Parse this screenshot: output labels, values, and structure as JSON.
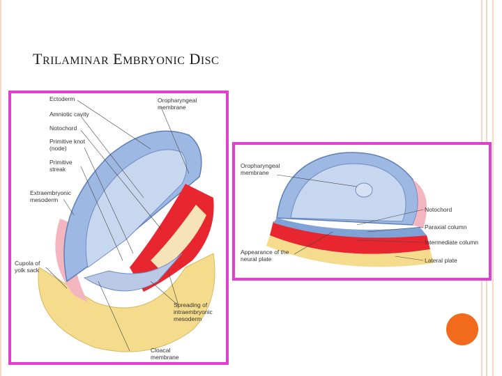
{
  "slide": {
    "title_first_1": "T",
    "title_rest_1": "RILAMINAR",
    "title_first_2": "E",
    "title_rest_2": "MBRYONIC",
    "title_first_3": "D",
    "title_rest_3": "ISC"
  },
  "left_figure": {
    "labels": {
      "ectoderm": "Ectoderm",
      "oropharyngeal_line1": "Oropharyngeal",
      "oropharyngeal_line2": "membrane",
      "amniotic_cavity": "Amniotic cavity",
      "notochord": "Notochord",
      "primitive_knot_line1": "Primitive knot",
      "primitive_knot_line2": "(node)",
      "primitive_streak_line1": "Primitive",
      "primitive_streak_line2": "streak",
      "extraembryonic_line1": "Extraembryonic",
      "extraembryonic_line2": "mesoderm",
      "cupola_line1": "Cupola of",
      "cupola_line2": "yolk sack",
      "spreading_line1": "Spreading of",
      "spreading_line2": "intraembryonic",
      "spreading_line3": "mesoderm",
      "cloacal_line1": "Cloacal",
      "cloacal_line2": "membrane"
    }
  },
  "right_figure": {
    "labels": {
      "oropharyngeal_line1": "Oropharyngeal",
      "oropharyngeal_line2": "membrane",
      "notochord": "Notochord",
      "paraxial_column": "Paraxial column",
      "intermediate_column": "Intermediate column",
      "lateral_plate": "Lateral plate",
      "neural_plate_line1": "Appearance of the",
      "neural_plate_line2": "neural plate"
    }
  },
  "colors": {
    "frame_border": "#e23fcf",
    "accent_dot": "#f26a1b",
    "ectoderm_blue": "#7fa3d6",
    "mesoderm_red": "#e8262f",
    "yolk_yellow": "#f5dc8c"
  }
}
